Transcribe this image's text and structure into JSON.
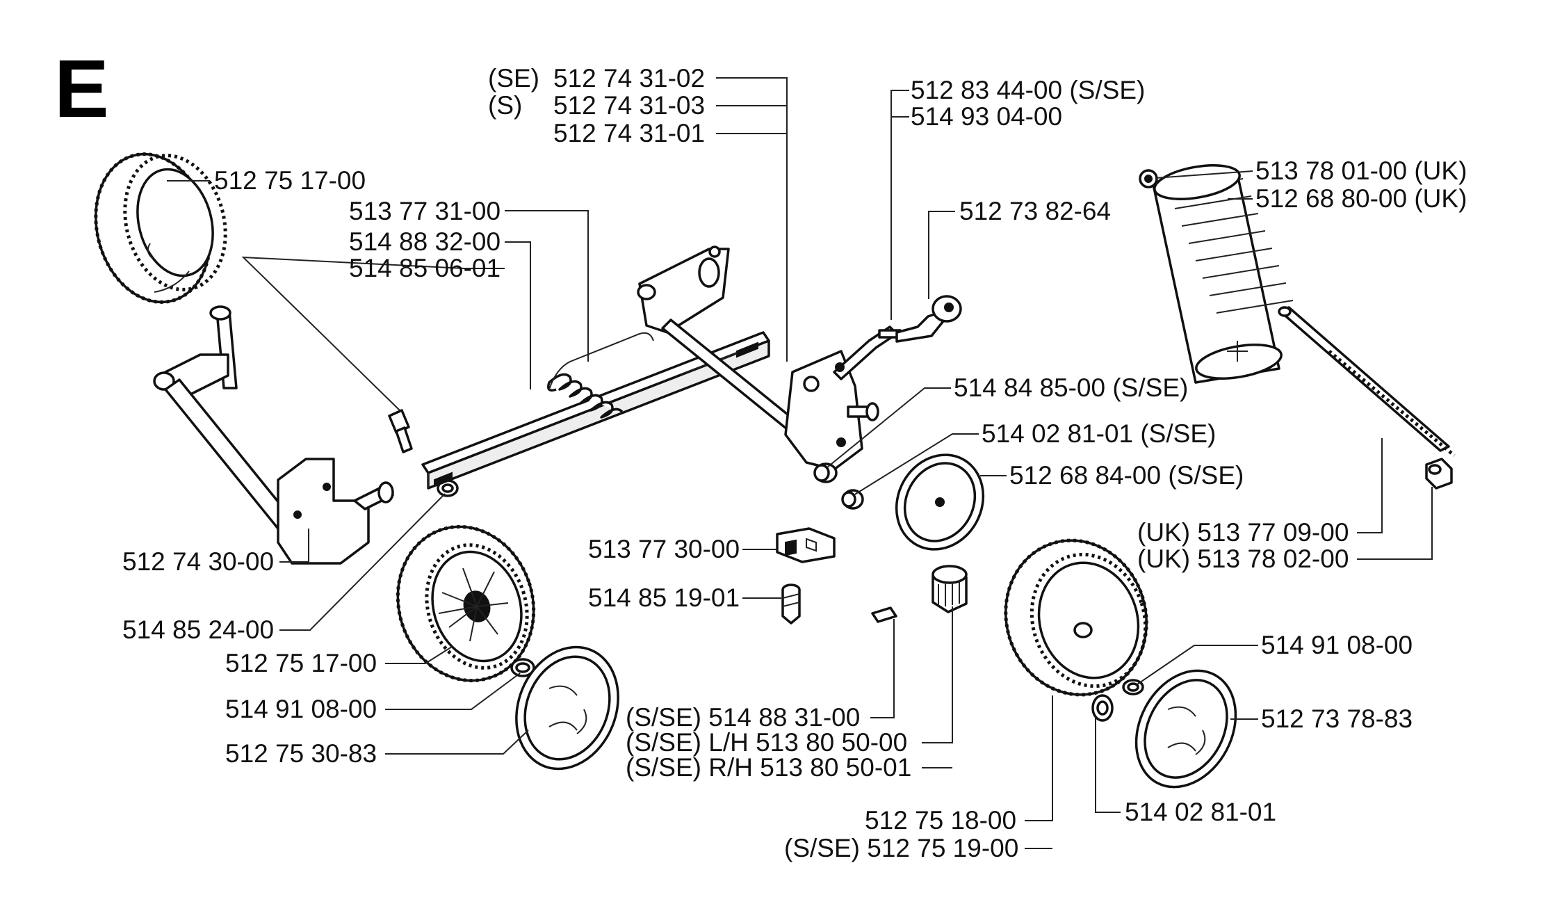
{
  "section_letter": "E",
  "labels": {
    "l01": {
      "prefix": "(SE)",
      "code": "512 74 31-02"
    },
    "l02": {
      "prefix": "(S)",
      "code": "512 74 31-03"
    },
    "l03": "512 74 31-01",
    "l04": "512 83 44-00 (S/SE)",
    "l05": "514 93 04-00",
    "l06": "512 75 17-00",
    "l07": "513 77 31-00",
    "l08": "514 88 32-00",
    "l09": "514 85 06-01",
    "l10": "512 73 82-64",
    "l11": "513 78 01-00 (UK)",
    "l12": "512 68 80-00 (UK)",
    "l13": "514 84 85-00 (S/SE)",
    "l14": "514 02 81-01 (S/SE)",
    "l15": "512 68 84-00 (S/SE)",
    "l16": "(UK) 513 77 09-00",
    "l17": "(UK) 513 78 02-00",
    "l18": "513 77 30-00",
    "l19": "512 74 30-00",
    "l20": "514 85 19-01",
    "l21": "514 85 24-00",
    "l22": "512 75 17-00",
    "l23": "514 91 08-00",
    "l24": "514 91 08-00",
    "l25": "512 73 78-83",
    "l26": "512 75 30-83",
    "l27": "(S/SE) 514 88 31-00",
    "l28": "(S/SE) L/H 513 80 50-00",
    "l29": "(S/SE) R/H 513 80 50-01",
    "l30": "514 02 81-01",
    "l31": "512 75 18-00",
    "l32": "(S/SE) 512 75 19-00"
  }
}
